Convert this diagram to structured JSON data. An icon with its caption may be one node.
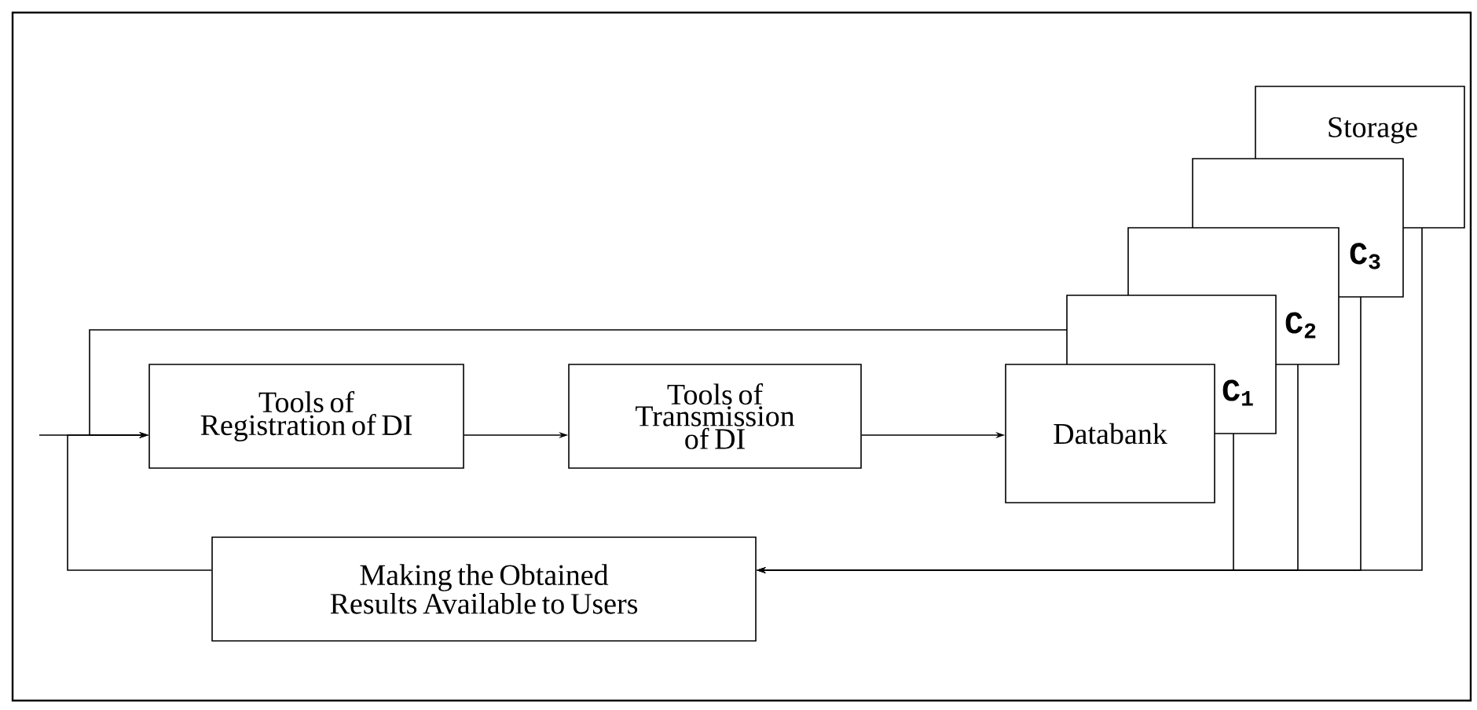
{
  "diagram": {
    "nodes": [
      {
        "text": [
          "Storage"
        ]
      },
      {
        "text": [
          "C$_{3}$"
        ]
      },
      {
        "text": [
          "C$_{2}$"
        ]
      },
      {
        "text": [
          "C$_{1}$"
        ]
      },
      {
        "text": [
          "Tools of Registration of DI"
        ]
      },
      {
        "text": [
          "Tools of Transmission of DI"
        ]
      },
      {
        "text": [
          "Databank"
        ]
      },
      {
        "text": [
          "Making the Obtained Results Available to Users"
        ]
      }
    ],
    "edges": [
      {
        "from": null,
        "to": 4,
        "arrow": "to"
      },
      {
        "from": 4,
        "to": 5,
        "arrow": "to"
      },
      {
        "from": 5,
        "to": 6,
        "arrow": "to"
      },
      {
        "from": 3,
        "to": 4,
        "arrow": "to"
      },
      {
        "from": 3,
        "to": 7,
        "arrow": "to"
      },
      {
        "from": 2,
        "to": 7,
        "arrow": "to"
      },
      {
        "from": 1,
        "to": 7,
        "arrow": "to"
      },
      {
        "from": 0,
        "to": 7,
        "arrow": "to"
      },
      {
        "from": 7,
        "to": 4,
        "arrow": "to"
      }
    ]
  }
}
